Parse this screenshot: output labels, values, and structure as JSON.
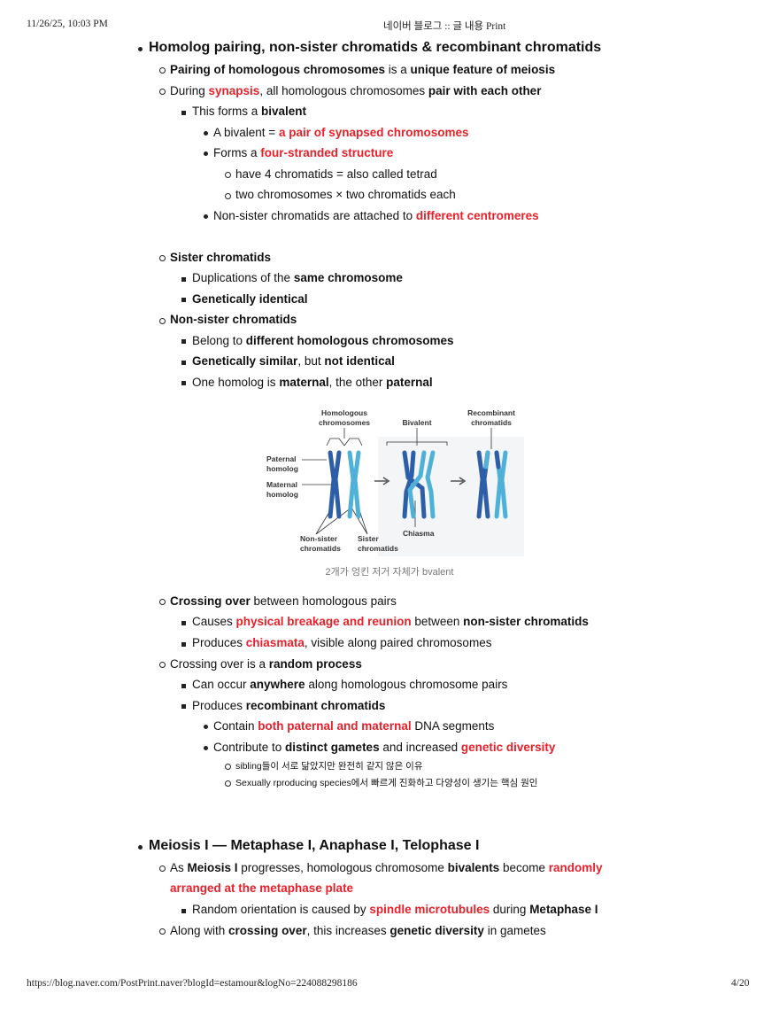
{
  "header": {
    "datetime": "11/26/25, 10:03 PM",
    "title": "네이버 블로그 :: 글 내용 Print"
  },
  "footer": {
    "url": "https://blog.naver.com/PostPrint.naver?blogId=estamour&logNo=224088298186",
    "page": "4/20"
  },
  "section1": {
    "heading": "Homolog pairing, non-sister chromatids & recombinant chromatids",
    "l1a": [
      "Pairing of homologous chromosomes",
      " is a ",
      "unique feature of meiosis"
    ],
    "l1b": [
      "During ",
      "synapsis",
      ", all homologous chromosomes ",
      "pair with each other"
    ],
    "l2a": [
      "This forms a ",
      "bivalent"
    ],
    "l3a": [
      "A bivalent = ",
      "a pair of synapsed chromosomes"
    ],
    "l3b": [
      "Forms a ",
      "four-stranded structure"
    ],
    "l4a": "have 4 chromatids = also called tetrad",
    "l4b": "two chromosomes × two chromatids each",
    "l3c": [
      "Non-sister chromatids are attached to ",
      "different centromeres"
    ],
    "sister": "Sister chromatids",
    "sister_a": [
      "Duplications of the ",
      "same chromosome"
    ],
    "sister_b": "Genetically identical",
    "nonsister": "Non-sister chromatids",
    "ns_a": [
      "Belong to ",
      "different homologous chromosomes"
    ],
    "ns_b": [
      "Genetically similar",
      ", but ",
      "not identical"
    ],
    "ns_c": [
      "One homolog is ",
      "maternal",
      ", the other ",
      "paternal"
    ]
  },
  "figure": {
    "labels": {
      "homologous_1": "Homologous",
      "homologous_2": "chromosomes",
      "bivalent": "Bivalent",
      "recombinant_1": "Recombinant",
      "recombinant_2": "chromatids",
      "paternal_1": "Paternal",
      "paternal_2": "homolog",
      "maternal_1": "Maternal",
      "maternal_2": "homolog",
      "nonsister_1": "Non-sister",
      "nonsister_2": "chromatids",
      "sister_1": "Sister",
      "sister_2": "chromatids",
      "chiasma": "Chiasma"
    },
    "colors": {
      "dark": "#2d5fa8",
      "light": "#4fb1d8"
    },
    "caption": "2개가 엉킨 저거 자체가 bvalent"
  },
  "section1b": {
    "co": [
      "Crossing over",
      " between homologous pairs"
    ],
    "co_a": [
      "Causes ",
      "physical breakage and reunion",
      " between ",
      "non-sister chromatids"
    ],
    "co_b": [
      "Produces ",
      "chiasmata",
      ", visible along paired chromosomes"
    ],
    "rp": [
      "Crossing over is a ",
      "random process"
    ],
    "rp_a": [
      "Can occur ",
      "anywhere",
      " along homologous chromosome pairs"
    ],
    "rp_b": [
      "Produces ",
      "recombinant chromatids"
    ],
    "rp_c": [
      "Contain ",
      "both paternal and maternal",
      " DNA segments"
    ],
    "rp_d": [
      "Contribute to ",
      "distinct gametes",
      " and increased ",
      "genetic diversity"
    ],
    "rp_e": "sibling들이 서로 닮았지만 완전히 같지 않은 이유",
    "rp_f": "Sexually rproducing species에서 빠르게 진화하고 다양성이 생기는 핵심 원인"
  },
  "section2": {
    "heading": "Meiosis I — Metaphase I, Anaphase I, Telophase I",
    "a": [
      "As ",
      "Meiosis I",
      " progresses, homologous chromosome ",
      "bivalents",
      " become ",
      "randomly"
    ],
    "a2": "arranged at the metaphase plate",
    "b": [
      "Random orientation is caused by ",
      "spindle microtubules",
      " during ",
      "Metaphase I"
    ],
    "c": [
      "Along with ",
      "crossing over",
      ", this increases ",
      "genetic diversity",
      " in gametes"
    ]
  }
}
